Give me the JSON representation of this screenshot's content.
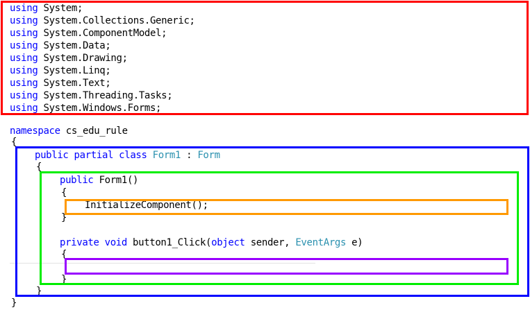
{
  "editor": {
    "usings": [
      {
        "keyword": "using",
        "text": " System;"
      },
      {
        "keyword": "using",
        "text": " System.Collections.Generic;"
      },
      {
        "keyword": "using",
        "text": " System.ComponentModel;"
      },
      {
        "keyword": "using",
        "text": " System.Data;"
      },
      {
        "keyword": "using",
        "text": " System.Drawing;"
      },
      {
        "keyword": "using",
        "text": " System.Linq;"
      },
      {
        "keyword": "using",
        "text": " System.Text;"
      },
      {
        "keyword": "using",
        "text": " System.Threading.Tasks;"
      },
      {
        "keyword": "using",
        "text": " System.Windows.Forms;"
      }
    ],
    "namespace_line": {
      "keyword": "namespace",
      "name": " cs_edu_rule"
    },
    "open_brace": "{",
    "close_brace": "}",
    "class_line": {
      "modifiers": "public partial class",
      "class_name": "Form1",
      "separator": " : ",
      "base_class": "Form"
    },
    "constructor_line": {
      "keyword": "public",
      "name": " Form1()"
    },
    "constructor_body": "InitializeComponent();",
    "method_line": {
      "modifiers": "private void",
      "name_open": " button1_Click(",
      "param1_type": "object",
      "param1_rest": " sender, ",
      "param2_type": "EventArgs",
      "param2_rest": " e)"
    }
  },
  "highlight_colors": {
    "usings_frame": "#ff0000",
    "class_frame": "#0000ff",
    "method_frame": "#00ee00",
    "constructor_body_frame": "#ff9900",
    "click_body_frame": "#9900ff"
  },
  "syntax_colors": {
    "keyword": "#0000ff",
    "type": "#2b91af",
    "text": "#000000"
  }
}
